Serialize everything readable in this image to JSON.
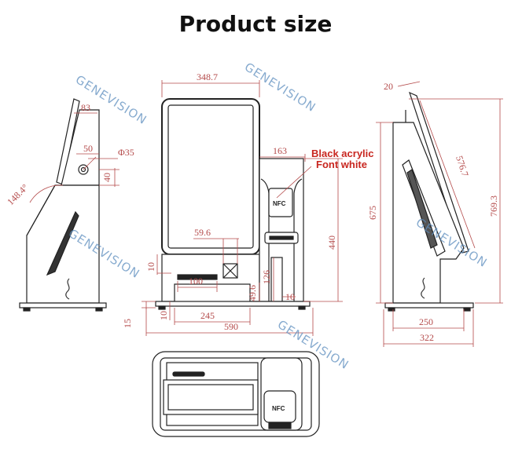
{
  "title": "Product size",
  "callout": {
    "line1": "Black acrylic",
    "line2": "Font white"
  },
  "watermark": "GENEVISION",
  "nfc_label": "NFC",
  "dimensions": {
    "screen_width": "348.7",
    "right_panel_width": "163",
    "slot_width": "59.6",
    "printer_width": "100",
    "base_inner_width": "245",
    "base_width": "590",
    "panel_height": "440",
    "scanner_height": "126",
    "side_gap": "10",
    "lower_height": "49.6",
    "front_left_10": "10",
    "front_bottom_10": "10",
    "foot_height": "15",
    "side_top": "83",
    "side_50": "50",
    "side_40": "40",
    "hole_diameter": "Φ35",
    "tilt_angle": "148.4°",
    "rear_top": "20",
    "rear_diag": "576.7",
    "rear_height": "675",
    "rear_total_height": "769.3",
    "rear_base": "250",
    "rear_total_base": "322"
  },
  "colors": {
    "dimension": "#b44a4a",
    "callout": "#c8261f",
    "watermark": "#5f8fbf",
    "line": "#222222"
  }
}
